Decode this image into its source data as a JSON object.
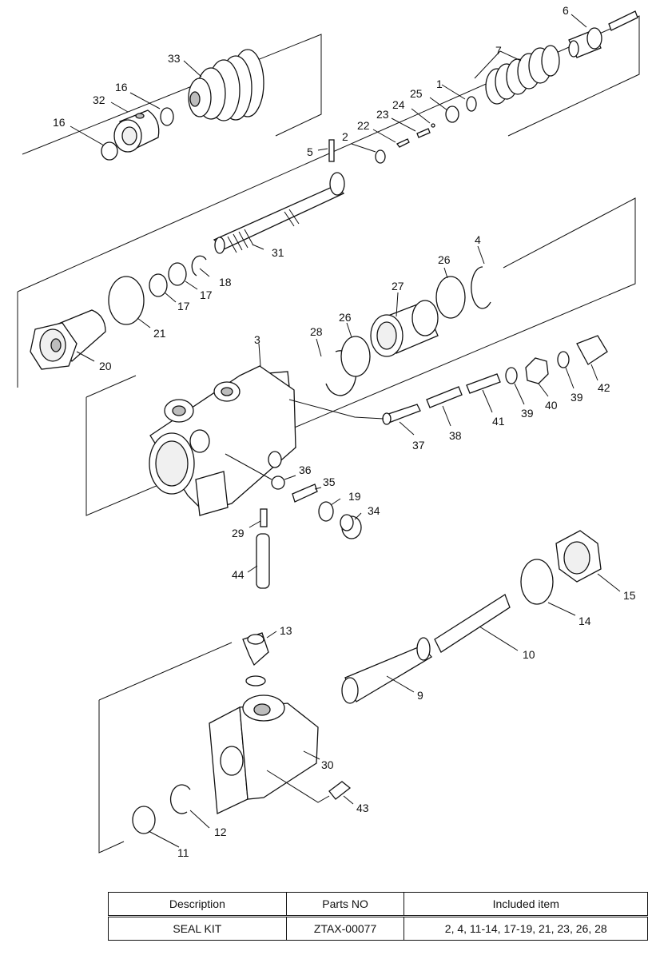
{
  "parts": {
    "p1": "1",
    "p2": "2",
    "p3": "3",
    "p4": "4",
    "p5": "5",
    "p6": "6",
    "p7": "7",
    "p9": "9",
    "p10": "10",
    "p11": "11",
    "p12": "12",
    "p13": "13",
    "p14": "14",
    "p15": "15",
    "p16a": "16",
    "p16b": "16",
    "p17a": "17",
    "p17b": "17",
    "p18": "18",
    "p19": "19",
    "p20": "20",
    "p21": "21",
    "p22": "22",
    "p23": "23",
    "p24": "24",
    "p25": "25",
    "p26a": "26",
    "p26b": "26",
    "p27": "27",
    "p28": "28",
    "p29": "29",
    "p30": "30",
    "p31": "31",
    "p32": "32",
    "p33": "33",
    "p34": "34",
    "p35": "35",
    "p36": "36",
    "p37": "37",
    "p38": "38",
    "p39a": "39",
    "p39b": "39",
    "p40": "40",
    "p41": "41",
    "p42": "42",
    "p43": "43",
    "p44": "44"
  },
  "kit_table": {
    "headers": {
      "description": "Description",
      "parts_no": "Parts NO",
      "included": "Included item"
    },
    "row": {
      "description": "SEAL KIT",
      "parts_no": "ZTAX-00077",
      "included": "2, 4, 11-14, 17-19, 21, 23, 26, 28"
    }
  }
}
